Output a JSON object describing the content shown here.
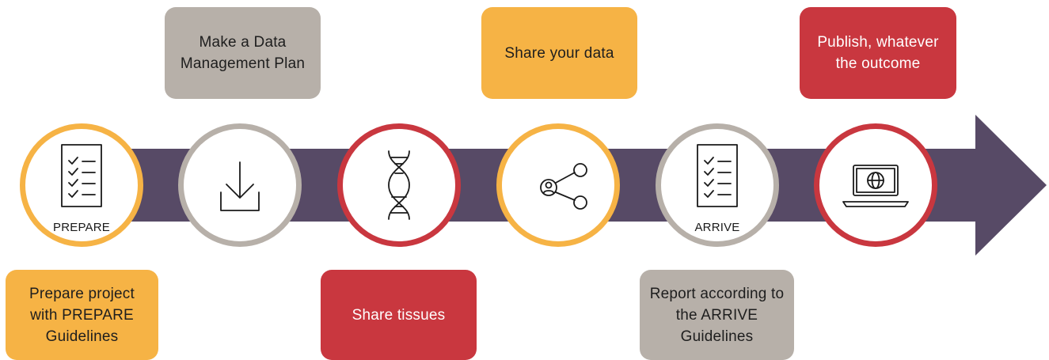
{
  "colors": {
    "arrow": "#574a66",
    "yellow": "#f6b345",
    "gray": "#b7b0a9",
    "red": "#c9373f"
  },
  "steps": [
    {
      "icon": "checklist-icon",
      "circle_label": "PREPARE",
      "box_text": "Prepare project with PREPARE Guidelines",
      "color": "yellow"
    },
    {
      "icon": "download-icon",
      "circle_label": "",
      "box_text": "Make a Data Management Plan",
      "color": "gray"
    },
    {
      "icon": "dna-icon",
      "circle_label": "",
      "box_text": "Share tissues",
      "color": "red"
    },
    {
      "icon": "share-icon",
      "circle_label": "",
      "box_text": "Share your data",
      "color": "yellow"
    },
    {
      "icon": "checklist-icon",
      "circle_label": "ARRIVE",
      "box_text": "Report according to the ARRIVE Guidelines",
      "color": "gray"
    },
    {
      "icon": "laptop-globe-icon",
      "circle_label": "",
      "box_text": "Publish, whatever the outcome",
      "color": "red"
    }
  ]
}
